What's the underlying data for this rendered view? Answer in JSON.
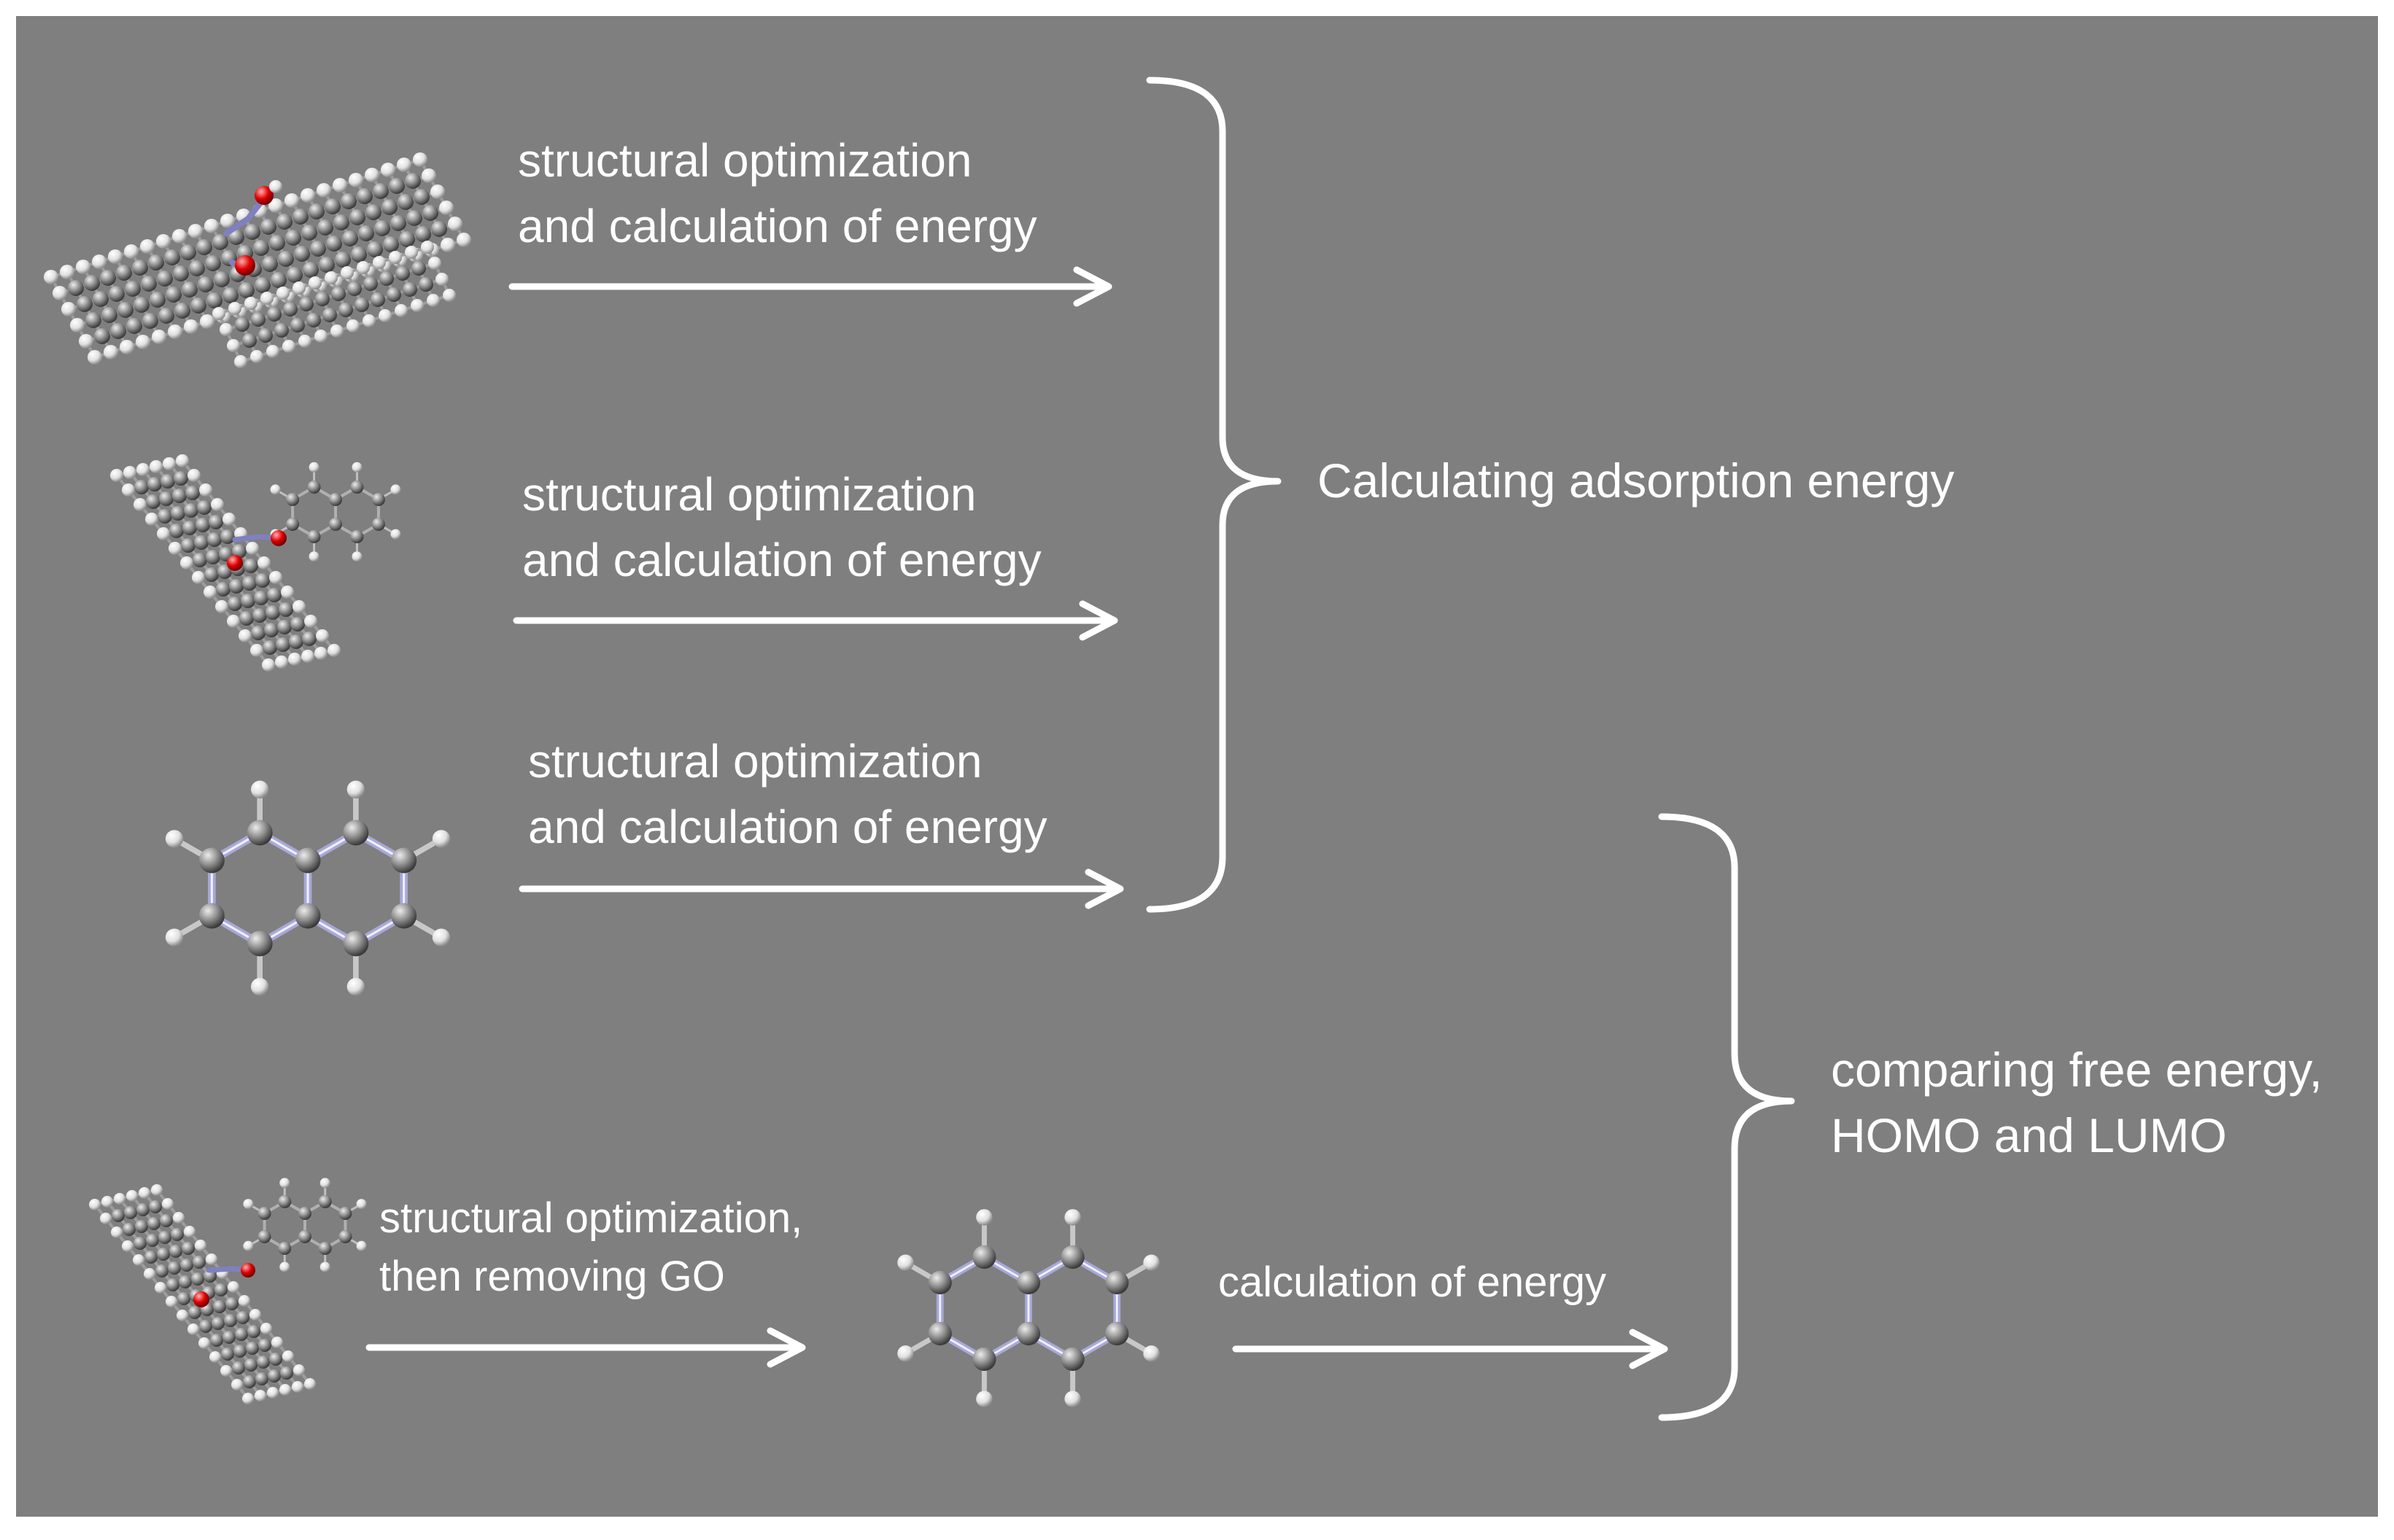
{
  "colors": {
    "background": "#7f7f7f",
    "text": "#ffffff",
    "carbon": "#8c8c8c",
    "hydrogen": "#e6e6e6",
    "oxygen": "#d40000",
    "nitrogen": "#8080c0"
  },
  "steps": [
    {
      "line1": "structural optimization",
      "line2": "and calculation of energy"
    },
    {
      "line1": "structural optimization",
      "line2": "and calculation of energy"
    },
    {
      "line1": "structural optimization",
      "line2": "and calculation of energy"
    },
    {
      "line1": "structural optimization,",
      "line2": "then removing GO"
    },
    {
      "line1": "calculation of energy"
    }
  ],
  "results": {
    "adsorption": "Calculating adsorption energy",
    "comparison_line1": "comparing free energy,",
    "comparison_line2": "HOMO and LUMO"
  },
  "icons": {
    "molecules": [
      "go-sheet-complex-molecule-icon",
      "go-sheet-with-naphthalene-molecule-icon",
      "naphthalene-molecule-icon",
      "go-naphthalene-complex-molecule-icon",
      "naphthalene-after-removal-molecule-icon"
    ]
  }
}
